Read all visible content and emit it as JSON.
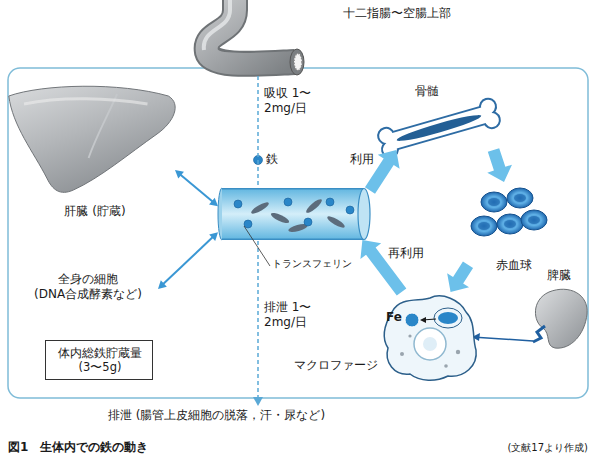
{
  "diagram": {
    "caption": "図1　生体内での鉄の動き",
    "nodes": [
      {
        "text": [
          "十二指腸〜空腸上部"
        ]
      },
      {
        "text": [
          "肝臓 (貯蔵)"
        ]
      },
      {
        "text": [
          "骨髄"
        ]
      },
      {
        "text": [
          "トランスフェリン"
        ]
      },
      {
        "text": [
          "赤血球"
        ]
      },
      {
        "text": [
          "全身の細胞 (DNA合成酵素など)"
        ]
      },
      {
        "text": [
          "脾臓"
        ]
      },
      {
        "text": [
          "Fe",
          "マクロファージ"
        ]
      },
      {
        "text": [
          "体内総鉄貯蔵量 (3〜5g)"
        ]
      }
    ],
    "edges": [
      {
        "from": 0,
        "to": 3,
        "label": "吸収 1〜2mg/日",
        "arrow": "none"
      },
      {
        "from": 1,
        "to": 3,
        "arrow": "both"
      },
      {
        "from": 3,
        "to": 2,
        "label": "利用",
        "arrow": "to"
      },
      {
        "from": 2,
        "to": 4,
        "arrow": "to"
      },
      {
        "from": 4,
        "to": 7,
        "arrow": "to"
      },
      {
        "from": 7,
        "to": 3,
        "label": "再利用",
        "arrow": "to"
      },
      {
        "from": 5,
        "to": 3,
        "arrow": "both"
      }
    ],
    "labels": [
      "鉄",
      "排泄 1〜2mg/日",
      "排泄 (腸管上皮細胞の脱落，汗・尿など)",
      "(文献17より作成)"
    ]
  }
}
